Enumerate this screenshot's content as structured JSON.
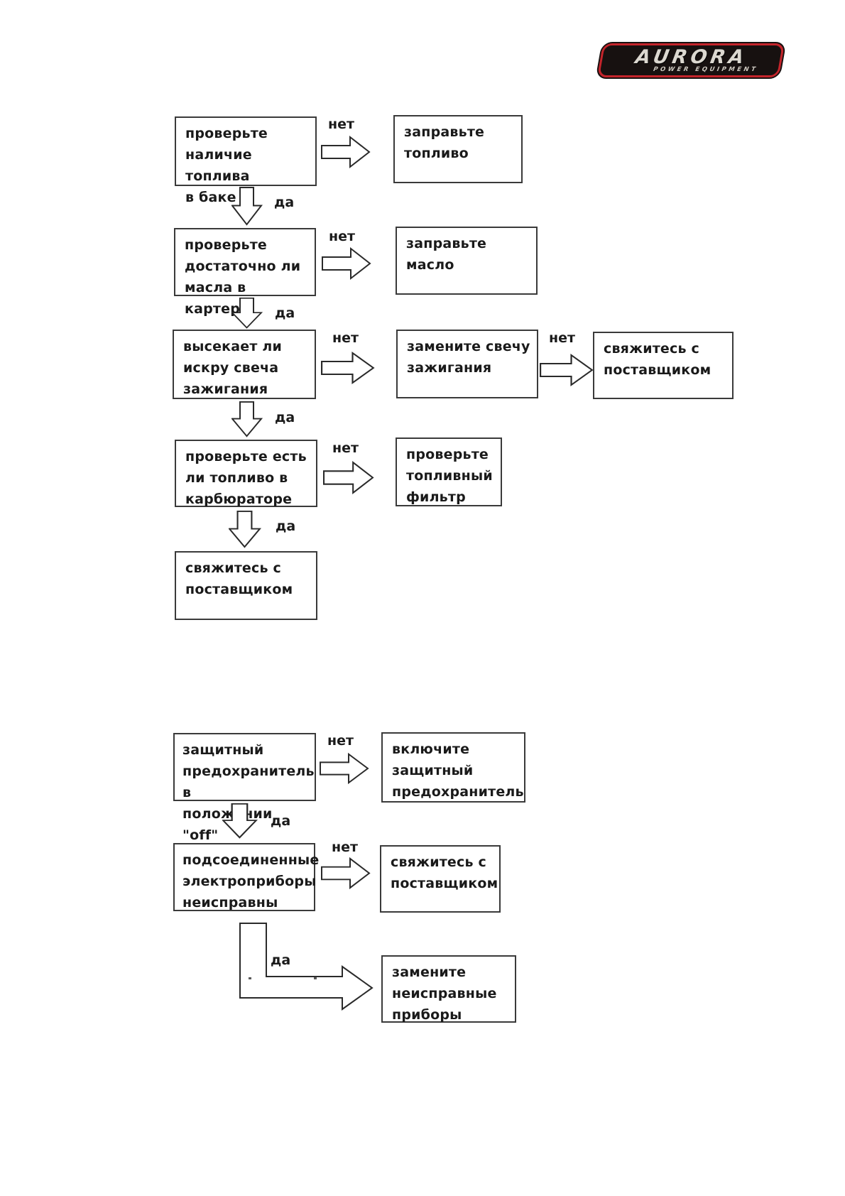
{
  "logo": {
    "brand": "AURORA",
    "tagline": "POWER EQUIPMENT",
    "bg_color": "#171110",
    "border_color": "#c4242b",
    "text_color": "#dcd8d0"
  },
  "labels": {
    "yes": "да",
    "no": "нет"
  },
  "flow1": {
    "check_fuel": "проверьте\nналичие топлива\nв баке",
    "refuel": "заправьте\nтопливо",
    "check_oil": "проверьте\nдостаточно ли\nмасла в картере",
    "refill_oil": "заправьте масло",
    "check_spark": "высекает ли\nискру свеча\nзажигания",
    "replace_spark_plug": "замените свечу\nзажигания",
    "contact_supplier_after_plug": "свяжитесь с\nпоставщиком",
    "check_carburetor": "проверьте есть\nли топливо в\nкарбюраторе",
    "check_fuel_filter": "проверьте\nтопливный\nфильтр",
    "contact_supplier_final": "свяжитесь с\nпоставщиком"
  },
  "flow2": {
    "fuse_in_off": "защитный\nпредохранитель в\nположении \"off\"",
    "switch_on_fuse": "включите\nзащитный\nпредохранитель",
    "connected_devices_faulty": "подсоединенные\nэлектроприборы\nнеисправны",
    "contact_supplier": "свяжитесь с\nпоставщиком",
    "replace_faulty_devices": "замените\nнеисправные\nприборы"
  }
}
